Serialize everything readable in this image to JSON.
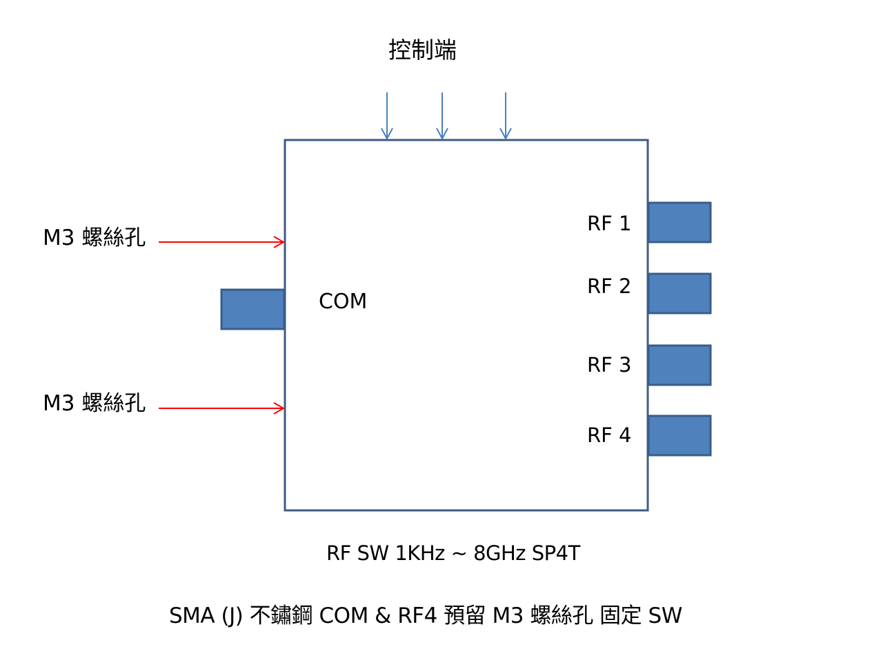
{
  "diagram": {
    "control_label": "控制端",
    "mount_hole_top_label": "M3  螺絲孔",
    "mount_hole_bottom_label": "M3  螺絲孔",
    "com_port_label": "COM",
    "rf_ports": [
      {
        "label": "RF 1"
      },
      {
        "label": "RF 2"
      },
      {
        "label": "RF 3"
      },
      {
        "label": "RF 4"
      }
    ],
    "spec_caption": "RF SW  1KHz ~ 8GHz  SP4T",
    "note_caption": "SMA (J)  不鏽鋼   COM & RF4  預留 M3 螺絲孔  固定 SW"
  },
  "colors": {
    "box_border": "#3e5a86",
    "port_fill": "#4f81bd",
    "port_border": "#385d8a",
    "control_arrow": "#4a7ebb",
    "mount_arrow": "#ff0000"
  },
  "icons": {
    "control_arrows": "down-arrow-icon",
    "mount_arrows": "right-arrow-icon"
  }
}
